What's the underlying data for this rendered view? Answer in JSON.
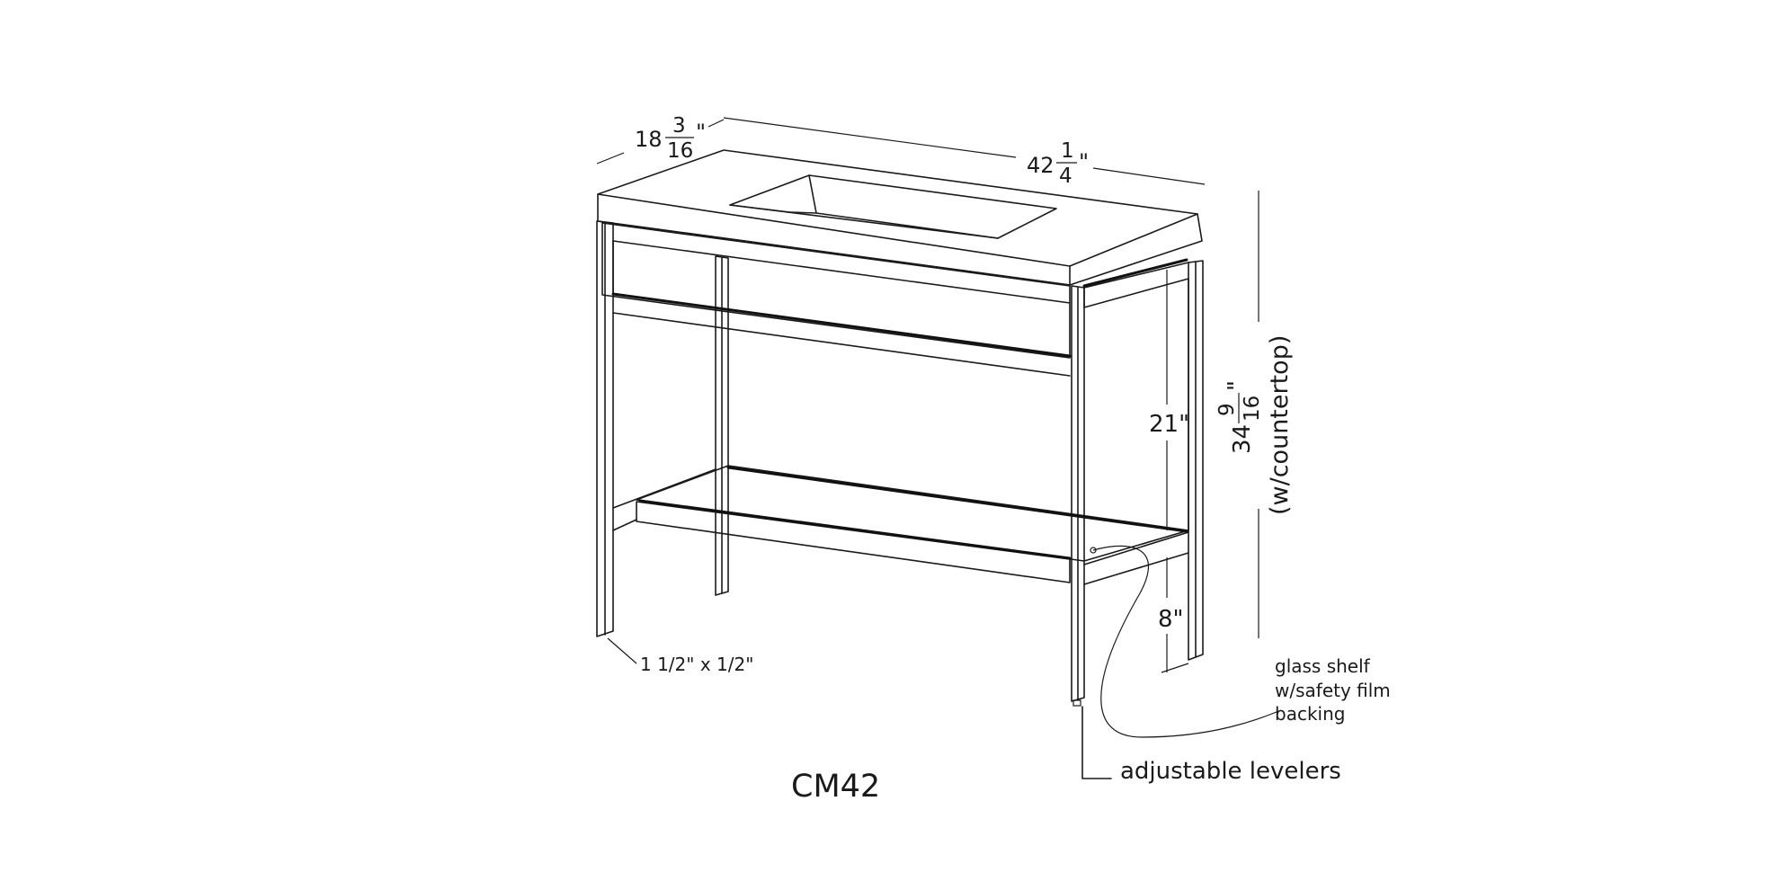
{
  "model": "CM42",
  "dimensions": {
    "depth": {
      "whole": "18",
      "num": "3",
      "den": "16",
      "unit": "\""
    },
    "width": {
      "whole": "42",
      "num": "1",
      "den": "4",
      "unit": "\""
    },
    "height": {
      "whole": "34",
      "num": "9",
      "den": "16",
      "unit": "\"",
      "note": "(w/countertop)"
    },
    "shelf_clearance": "21\"",
    "floor_clearance": "8\"",
    "tube_size": "1 1/2\" x 1/2\""
  },
  "callouts": {
    "glass_shelf": [
      "glass shelf",
      "w/safety film",
      "backing"
    ],
    "levelers": "adjustable levelers"
  },
  "colors": {
    "line": "#1a1a1a",
    "background": "#ffffff"
  }
}
